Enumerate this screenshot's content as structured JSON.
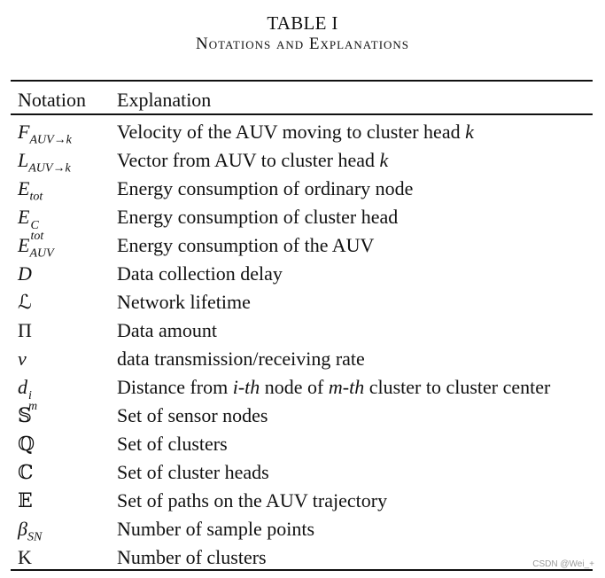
{
  "caption": {
    "line1": "TABLE I",
    "line2": "Notations and Explanations"
  },
  "header": {
    "notation": "Notation",
    "explanation": "Explanation"
  },
  "rows": [
    {
      "symbol": "F",
      "sub": "AUV→k",
      "explanation": "Velocity of the AUV moving to cluster head ",
      "explanation_italic": "k"
    },
    {
      "symbol": "L",
      "sub": "AUV→k",
      "explanation": "Vector from AUV to cluster head ",
      "explanation_italic": "k"
    },
    {
      "symbol": "E",
      "sub": "tot",
      "explanation": "Energy consumption of ordinary node"
    },
    {
      "symbol": "E",
      "sub": "tot",
      "sup": "C",
      "explanation": "Energy consumption of cluster head"
    },
    {
      "symbol": "E",
      "sub": "AUV",
      "explanation": "Energy consumption of the AUV"
    },
    {
      "symbol": "D",
      "explanation": "Data collection delay"
    },
    {
      "symbol": "ℒ",
      "explanation": "Network lifetime"
    },
    {
      "symbol": "Π",
      "explanation": "Data amount"
    },
    {
      "symbol": "v",
      "explanation": "data transmission/receiving rate"
    },
    {
      "symbol": "d",
      "sub": "m",
      "sup": "i",
      "explanation_parts": [
        "Distance from ",
        "i-th",
        " node of ",
        "m-th",
        " cluster to cluster center"
      ]
    },
    {
      "symbol": "𝕊",
      "explanation": "Set of sensor nodes"
    },
    {
      "symbol": "ℚ",
      "explanation": "Set of clusters"
    },
    {
      "symbol": "ℂ",
      "explanation": "Set of cluster heads"
    },
    {
      "symbol": "𝔼",
      "explanation": "Set of paths on the AUV trajectory"
    },
    {
      "symbol": "β",
      "sub": "SN",
      "explanation": "Number of sample points"
    },
    {
      "symbol": "K",
      "explanation": "Number of clusters"
    }
  ],
  "watermark": "CSDN @Wei_+"
}
